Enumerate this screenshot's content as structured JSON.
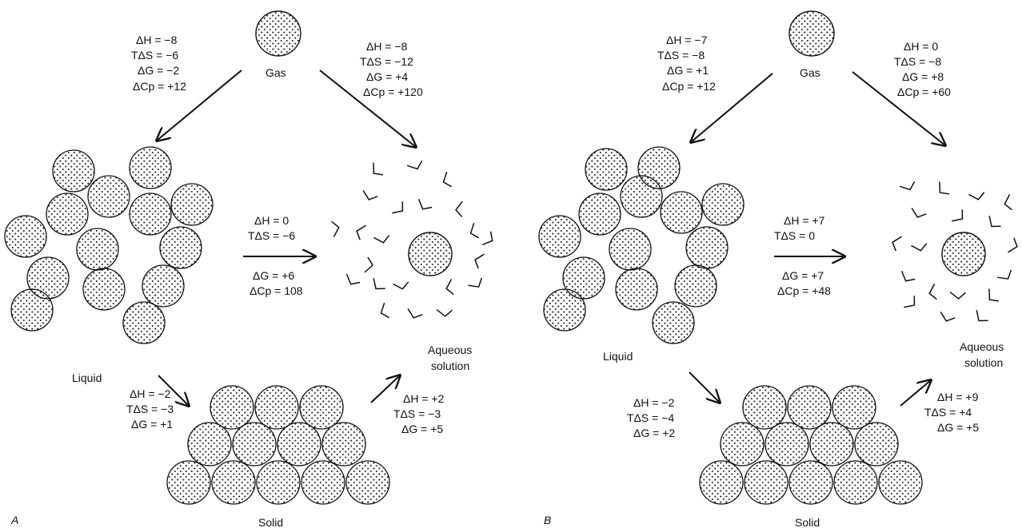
{
  "panels": [
    {
      "letter": "A",
      "labels": {
        "gas": "Gas",
        "liquid": "Liquid",
        "solid": "Solid",
        "aqueous_1": "Aqueous",
        "aqueous_2": "solution"
      },
      "gas_to_liquid": {
        "dh": "ΔH = −8",
        "tds": "TΔS = −6",
        "dg": "ΔG = −2",
        "dcp": "ΔCp = +12"
      },
      "gas_to_aqueous": {
        "dh": "ΔH = −8",
        "tds": "TΔS = −12",
        "dg": "ΔG = +4",
        "dcp": "ΔCp = +120"
      },
      "liquid_to_aqueous": {
        "dh": "ΔH = 0",
        "tds": "TΔS = −6",
        "dg": "ΔG = +6",
        "dcp": "ΔCp = 108"
      },
      "liquid_to_solid": {
        "dh": "ΔH = −2",
        "tds": "TΔS = −3",
        "dg": "ΔG = +1"
      },
      "solid_to_aqueous": {
        "dh": "ΔH = +2",
        "tds": "TΔS = −3",
        "dg": "ΔG = +5"
      }
    },
    {
      "letter": "B",
      "labels": {
        "gas": "Gas",
        "liquid": "Liquid",
        "solid": "Solid",
        "aqueous_1": "Aqueous",
        "aqueous_2": "solution"
      },
      "gas_to_liquid": {
        "dh": "ΔH = −7",
        "tds": "TΔS = −8",
        "dg": "ΔG = +1",
        "dcp": "ΔCp = +12"
      },
      "gas_to_aqueous": {
        "dh": "ΔH = 0",
        "tds": "TΔS = −8",
        "dg": "ΔG = +8",
        "dcp": "ΔCp = +60"
      },
      "liquid_to_aqueous": {
        "dh": "ΔH = +7",
        "tds": "TΔS = 0",
        "dg": "ΔG = +7",
        "dcp": "ΔCp = +48"
      },
      "liquid_to_solid": {
        "dh": "ΔH = −2",
        "tds": "TΔS = −4",
        "dg": "ΔG = +2"
      },
      "solid_to_aqueous": {
        "dh": "ΔH = +9",
        "tds": "TΔS = +4",
        "dg": "ΔG = +5"
      }
    }
  ]
}
